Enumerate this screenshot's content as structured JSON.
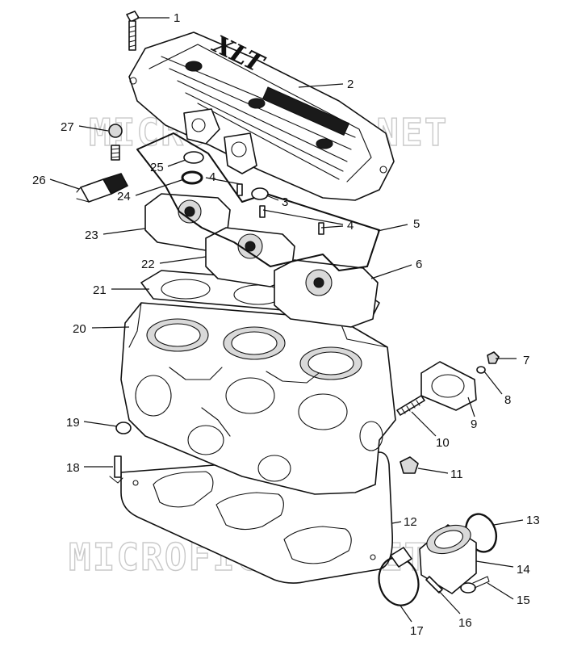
{
  "watermark": "MICROFICHES.NET",
  "cover_logo": "XLT",
  "callouts": [
    {
      "id": "c1",
      "text": "1"
    },
    {
      "id": "c2",
      "text": "2"
    },
    {
      "id": "c3",
      "text": "3"
    },
    {
      "id": "c4a",
      "text": "4"
    },
    {
      "id": "c4b",
      "text": "4"
    },
    {
      "id": "c5",
      "text": "5"
    },
    {
      "id": "c6",
      "text": "6"
    },
    {
      "id": "c7",
      "text": "7"
    },
    {
      "id": "c8",
      "text": "8"
    },
    {
      "id": "c9",
      "text": "9"
    },
    {
      "id": "c10",
      "text": "10"
    },
    {
      "id": "c11",
      "text": "11"
    },
    {
      "id": "c12",
      "text": "12"
    },
    {
      "id": "c13",
      "text": "13"
    },
    {
      "id": "c14",
      "text": "14"
    },
    {
      "id": "c15",
      "text": "15"
    },
    {
      "id": "c16",
      "text": "16"
    },
    {
      "id": "c17",
      "text": "17"
    },
    {
      "id": "c18",
      "text": "18"
    },
    {
      "id": "c19",
      "text": "19"
    },
    {
      "id": "c20",
      "text": "20"
    },
    {
      "id": "c21",
      "text": "21"
    },
    {
      "id": "c22",
      "text": "22"
    },
    {
      "id": "c23",
      "text": "23"
    },
    {
      "id": "c24",
      "text": "24"
    },
    {
      "id": "c25",
      "text": "25"
    },
    {
      "id": "c26",
      "text": "26"
    },
    {
      "id": "c27",
      "text": "27"
    }
  ]
}
